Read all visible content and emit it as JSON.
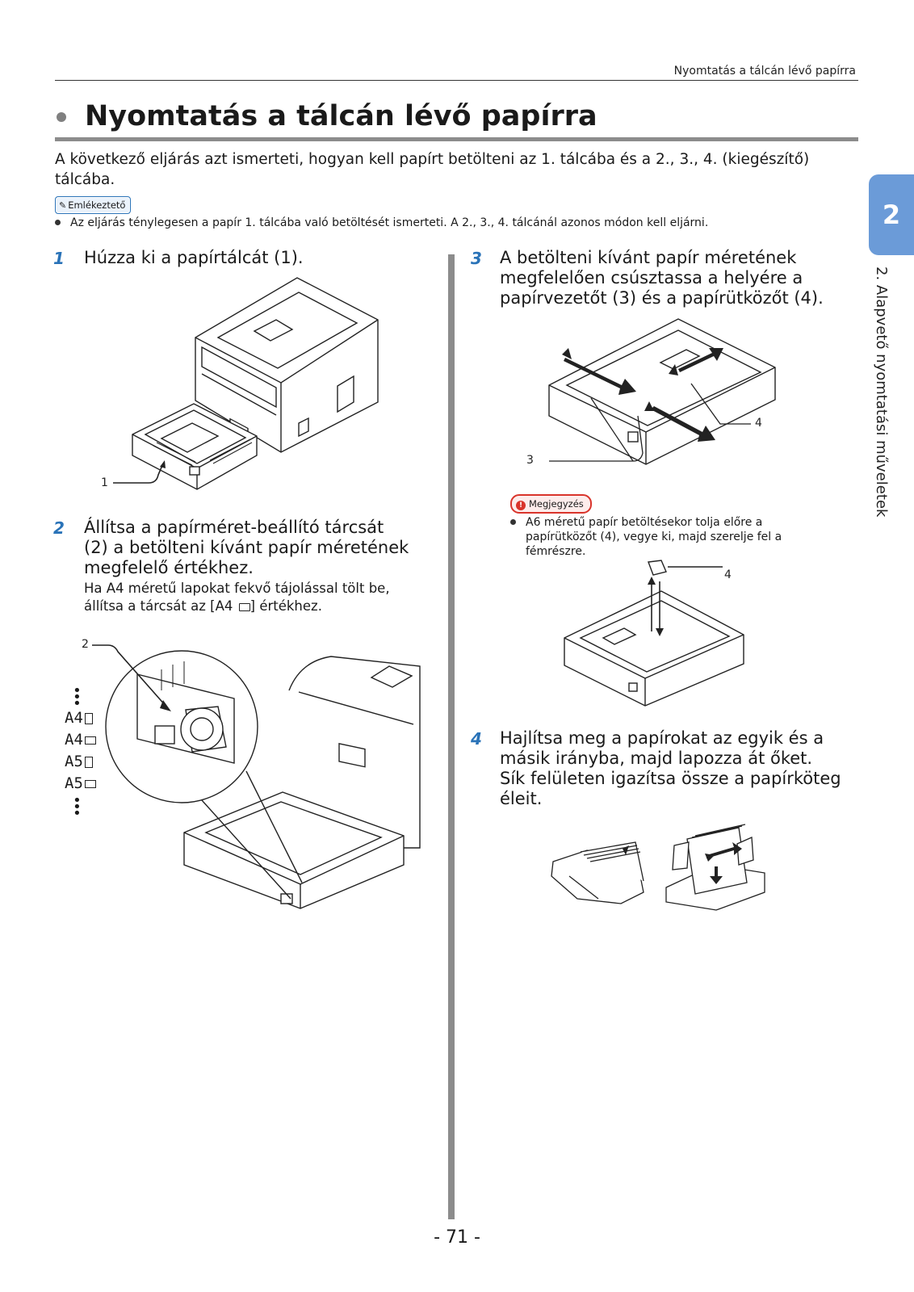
{
  "header": {
    "running_title": "Nyomtatás a tálcán lévő papírra"
  },
  "title": "Nyomtatás a tálcán lévő papírra",
  "intro": "A következő eljárás azt ismerteti, hogyan kell papírt betölteni az 1. tálcába és a 2., 3., 4. (kiegészítő) tálcába.",
  "memo": {
    "badge": "Emlékeztető",
    "text": "Az eljárás ténylegesen a papír 1. tálcába való betöltését ismerteti. A 2., 3., 4. tálcánál azonos módon kell eljárni."
  },
  "side_tab": {
    "number": "2",
    "chapter": "2. Alapvető nyomtatási műveletek"
  },
  "steps": [
    {
      "num": "1",
      "text": "Húzza ki a papírtálcát (1).",
      "callout": "1"
    },
    {
      "num": "2",
      "text_lines": [
        "Állítsa a papírméret-beállító tárcsát",
        "(2) a betölteni kívánt papír méretének",
        "megfelelő értékhez."
      ],
      "sub_lines": [
        "Ha A4 méretű lapokat fekvő tájolással tölt be,",
        "állítsa a tárcsát az [A4",
        "] értékhez."
      ],
      "callout": "2",
      "dial_labels": [
        "A4",
        "A4",
        "A5",
        "A5"
      ],
      "dial_icon": [
        "portrait-page-icon",
        "landscape-page-icon",
        "portrait-page-icon",
        "landscape-page-icon"
      ]
    },
    {
      "num": "3",
      "text_lines": [
        "A betölteni kívánt papír méretének",
        "megfelelően csúsztassa a helyére a",
        "papírvezetőt (3) és a papírütközőt (4)."
      ],
      "callouts": [
        "4",
        "3"
      ],
      "note": {
        "badge": "Megjegyzés",
        "lines": [
          "A6 méretű papír betöltésekor tolja előre a",
          "papírütközőt (4), vegye ki, majd szerelje fel a",
          "fémrészre."
        ]
      },
      "callout_second": "4"
    },
    {
      "num": "4",
      "text_lines": [
        "Hajlítsa meg a papírokat az egyik és a",
        "másik irányba, majd lapozza át őket.",
        "Sík felületen igazítsa össze a papírköteg",
        "éleit."
      ]
    }
  ],
  "page_number": "- 71 -",
  "colors": {
    "accent": "#2a73b8",
    "tab": "#6b9bd8",
    "rule": "#8c8c8c",
    "note": "#d9342b"
  }
}
